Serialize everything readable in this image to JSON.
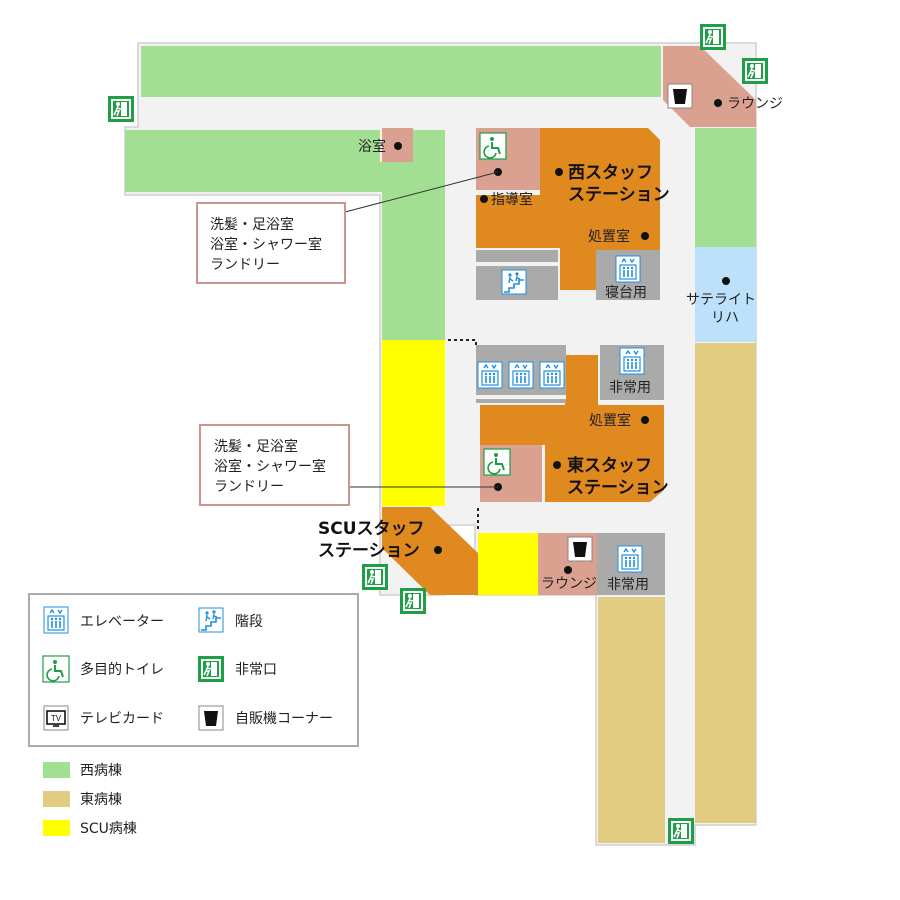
{
  "colors": {
    "west_ward": "#a3df93",
    "east_ward": "#e1cc81",
    "scu_ward": "#ffff00",
    "staff_station": "#e0891f",
    "room": "#dba190",
    "corridor": "#f2f2f2",
    "elevator_bg": "#aaaaaa",
    "satellite": "#bde1fa",
    "exit_green": "#1d9e47",
    "icon_blue": "#1f8fdc"
  },
  "rooms": {
    "bath": "浴室",
    "lounge_north": "ラウンジ",
    "guidance": "指導室",
    "west_station_line1": "西スタッフ",
    "west_station_line2": "ステーション",
    "treatment_west": "処置室",
    "bed_elevator": "寝台用",
    "satellite_line1": "サテライト",
    "satellite_line2": "リハ",
    "emergency_elev_1": "非常用",
    "treatment_east": "処置室",
    "east_station_line1": "東スタッフ",
    "east_station_line2": "ステーション",
    "scu_station_line1": "SCUスタッフ",
    "scu_station_line2": "ステーション",
    "lounge_south": "ラウンジ",
    "emergency_elev_2": "非常用"
  },
  "callouts": {
    "west": [
      "洗髪・足浴室",
      "浴室・シャワー室",
      "ランドリー"
    ],
    "east": [
      "洗髪・足浴室",
      "浴室・シャワー室",
      "ランドリー"
    ]
  },
  "legend": {
    "icons": [
      {
        "icon": "elevator-icon",
        "label": "エレベーター"
      },
      {
        "icon": "stairs-icon",
        "label": "階段"
      },
      {
        "icon": "accessible-toilet-icon",
        "label": "多目的トイレ"
      },
      {
        "icon": "emergency-exit-icon",
        "label": "非常口"
      },
      {
        "icon": "tv-card-icon",
        "label": "テレビカード"
      },
      {
        "icon": "vending-cup-icon",
        "label": "自販機コーナー"
      }
    ],
    "wards": [
      {
        "label": "西病棟",
        "color": "#a3df93"
      },
      {
        "label": "東病棟",
        "color": "#e1cc81"
      },
      {
        "label": "SCU病棟",
        "color": "#ffff00"
      }
    ]
  }
}
